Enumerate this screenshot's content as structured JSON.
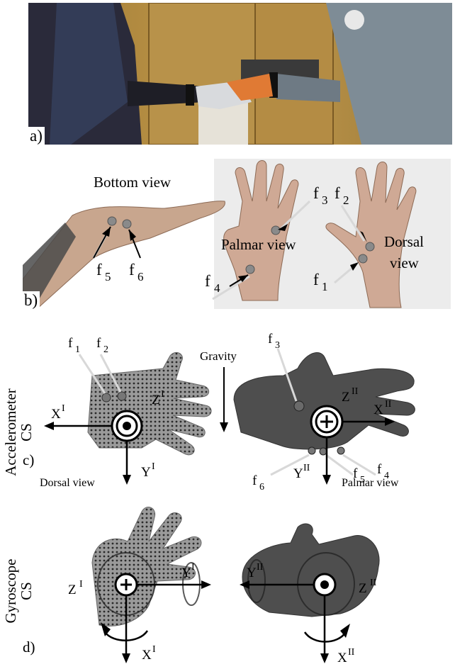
{
  "panel_a": {
    "label": "a)"
  },
  "panel_b": {
    "label": "b)",
    "bottom_view": "Bottom view",
    "palmar_view": "Palmar view",
    "dorsal_view_1": "Dorsal",
    "dorsal_view_2": "view",
    "f1": "f",
    "f1_sub": "1",
    "f2": "f",
    "f2_sub": "2",
    "f3": "f",
    "f3_sub": "3",
    "f4": "f",
    "f4_sub": "4",
    "f5": "f",
    "f5_sub": "5",
    "f6": "f",
    "f6_sub": "6"
  },
  "panel_c": {
    "label": "c)",
    "side_label_1": "Accelerometer",
    "side_label_2": "CS",
    "gravity": "Gravity",
    "dorsal_view": "Dorsal view",
    "palmar_view": "Palmar view",
    "f1": "f",
    "f1_sub": "1",
    "f2": "f",
    "f2_sub": "2",
    "f3": "f",
    "f3_sub": "3",
    "f4": "f",
    "f4_sub": "4",
    "f5": "f",
    "f5_sub": "5",
    "f6": "f",
    "f6_sub": "6",
    "axis_x1": "X",
    "axis_x1_sup": "I",
    "axis_y1": "Y",
    "axis_y1_sup": "I",
    "axis_z1": "Z",
    "axis_z1_sup": "I",
    "axis_x2": "X",
    "axis_x2_sup": "II",
    "axis_y2": "Y",
    "axis_y2_sup": "II",
    "axis_z2": "Z",
    "axis_z2_sup": "II"
  },
  "panel_d": {
    "label": "d)",
    "side_label_1": "Gyroscope",
    "side_label_2": "CS",
    "axis_z1": "Z",
    "axis_z1_sup": "I",
    "axis_y1": "Y",
    "axis_y1_sup": "I",
    "axis_x1": "X",
    "axis_x1_sup": "I",
    "axis_y2": "Y",
    "axis_y2_sup": "II",
    "axis_z2": "Z",
    "axis_z2_sup": "II",
    "axis_x2": "X",
    "axis_x2_sup": "II"
  },
  "colors": {
    "wall": "#b38a3a",
    "glove_dotted": "#8a8a8a",
    "glove_dark": "#4a4a4a",
    "skin": "#caa58e"
  }
}
